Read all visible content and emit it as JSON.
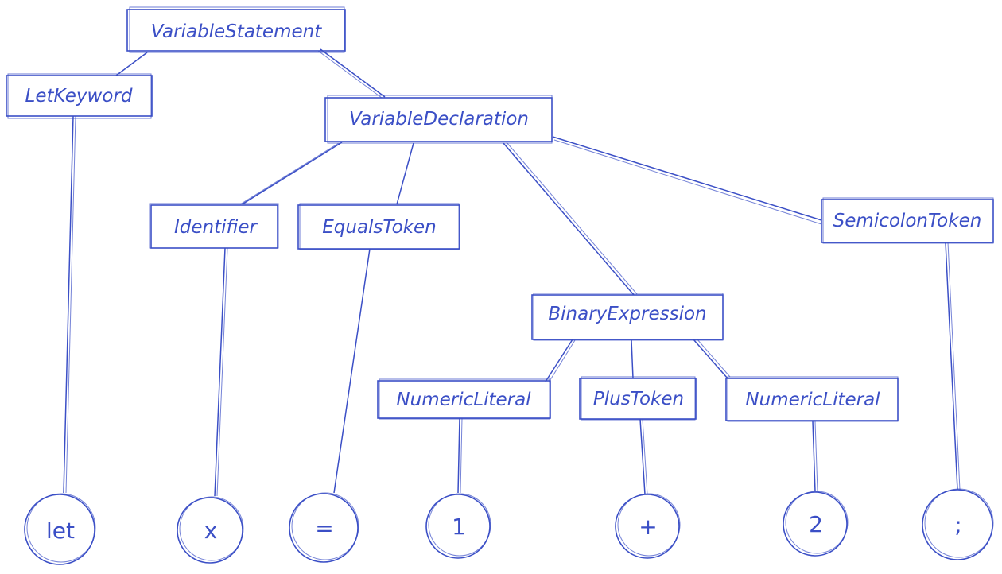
{
  "colors": {
    "ink": "#3b4fc6",
    "background": "#ffffff"
  },
  "nodes": {
    "variable_statement": "VariableStatement",
    "let_keyword": "LetKeyword",
    "variable_declaration": "VariableDeclaration",
    "identifier": "Identifier",
    "equals_token": "EqualsToken",
    "binary_expression": "BinaryExpression",
    "semicolon_token": "SemicolonToken",
    "numeric_literal_left": "NumericLiteral",
    "plus_token": "PlusToken",
    "numeric_literal_right": "NumericLiteral"
  },
  "leaves": {
    "let": "let",
    "x": "x",
    "equals": "=",
    "one": "1",
    "plus": "+",
    "two": "2",
    "semicolon": ";"
  }
}
